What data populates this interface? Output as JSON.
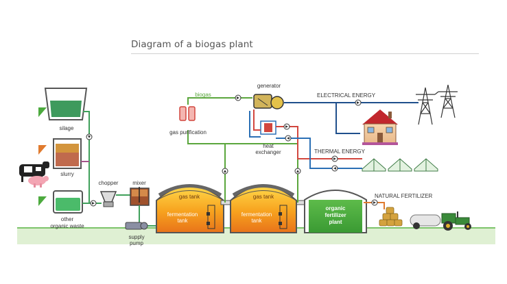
{
  "title": "Diagram of a biogas plant",
  "labels": {
    "silage": "silage",
    "slurry": "slurry",
    "other_waste_1": "other",
    "other_waste_2": "organic waste",
    "chopper": "chopper",
    "mixer": "mixer",
    "supply_pump_1": "supply",
    "supply_pump_2": "pump",
    "biogas": "biogas",
    "gas_purification": "gas purification",
    "generator": "generator",
    "heat_exchanger_1": "heat",
    "heat_exchanger_2": "exchanger",
    "electrical_energy": "ELECTRICAL ENERGY",
    "thermal_energy": "THERMAL ENERGY",
    "natural_fertilizer": "NATURAL FERTILIZER",
    "gas_tank_1": "gas tank",
    "gas_tank_2": "gas tank",
    "fermentation_1a": "fermentation",
    "fermentation_1b": "tank",
    "fermentation_2a": "fermentation",
    "fermentation_2b": "tank",
    "fertilizer_plant_1": "organic",
    "fertilizer_plant_2": "fertilizer",
    "fertilizer_plant_3": "plant"
  },
  "colors": {
    "green_pipe": "#5aa63c",
    "orange_pipe": "#e07a2e",
    "blue_pipe": "#2a6fb5",
    "purple_pipe": "#a3548a",
    "red_pipe": "#d2463e",
    "dark_blue_pipe": "#1f4f8c",
    "ground": "#dff0d3",
    "tank_fill": "#f5a623",
    "tank_green": "#4caa3e",
    "dome": "#4a4a4a"
  },
  "icons": {
    "arrow_triangle": "play-triangle",
    "power_tower": "pylon-icon",
    "house": "house-icon",
    "greenhouse": "greenhouse-icon",
    "tractor": "tractor-icon",
    "hay_bales": "hay-bale-icon",
    "animals": "cow-pig-icon"
  }
}
